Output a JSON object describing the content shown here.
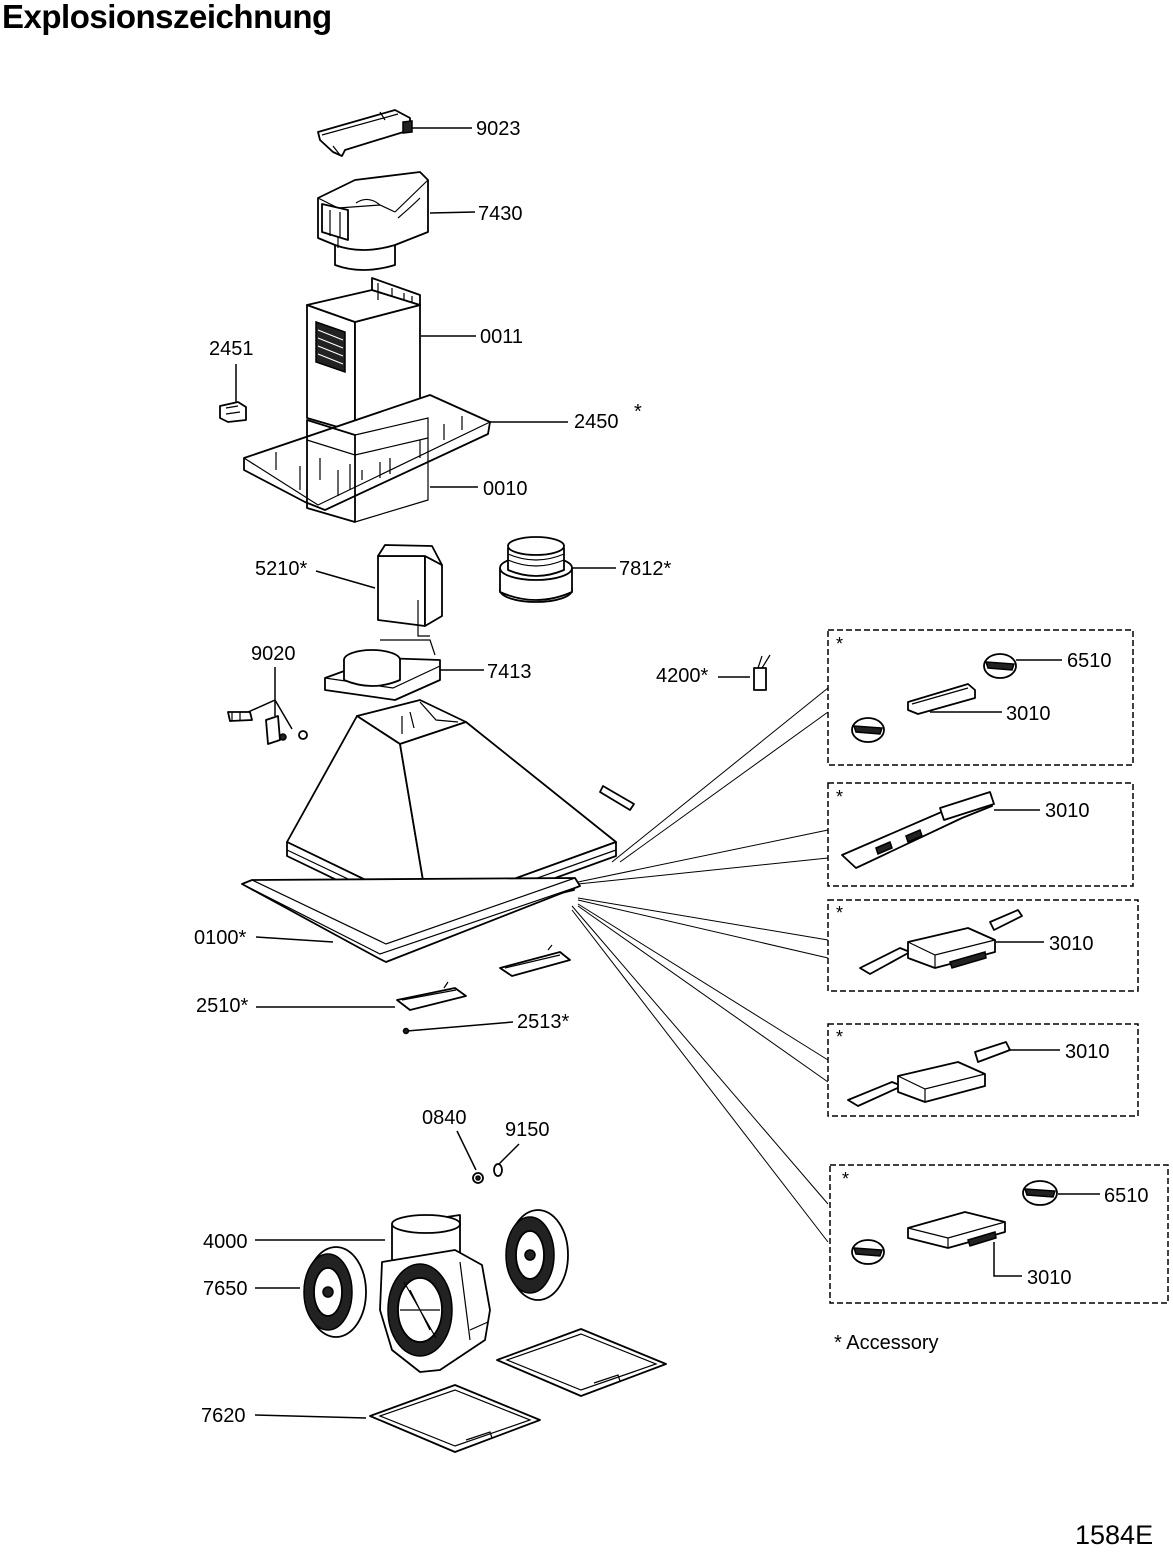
{
  "title": "Explosionszeichnung",
  "footer_code": "1584E",
  "legend": "* Accessory",
  "labels": {
    "p9023": "9023",
    "p7430": "7430",
    "p0011": "0011",
    "p2451": "2451",
    "p2450": "2450",
    "p2450_star": "*",
    "p0010": "0010",
    "p5210": "5210*",
    "p7812": "7812*",
    "p9020": "9020",
    "p7413": "7413",
    "p4200": "4200*",
    "p0100": "0100*",
    "p2510": "2510*",
    "p2513": "2513*",
    "p0840": "0840",
    "p9150": "9150",
    "p4000": "4000",
    "p7650": "7650",
    "p7620": "7620"
  },
  "accessory_boxes": [
    {
      "marker": "*",
      "labels": [
        "6510",
        "3010"
      ]
    },
    {
      "marker": "*",
      "labels": [
        "3010"
      ]
    },
    {
      "marker": "*",
      "labels": [
        "3010"
      ]
    },
    {
      "marker": "*",
      "labels": [
        "3010"
      ]
    },
    {
      "marker": "*",
      "labels": [
        "6510",
        "3010"
      ]
    }
  ]
}
